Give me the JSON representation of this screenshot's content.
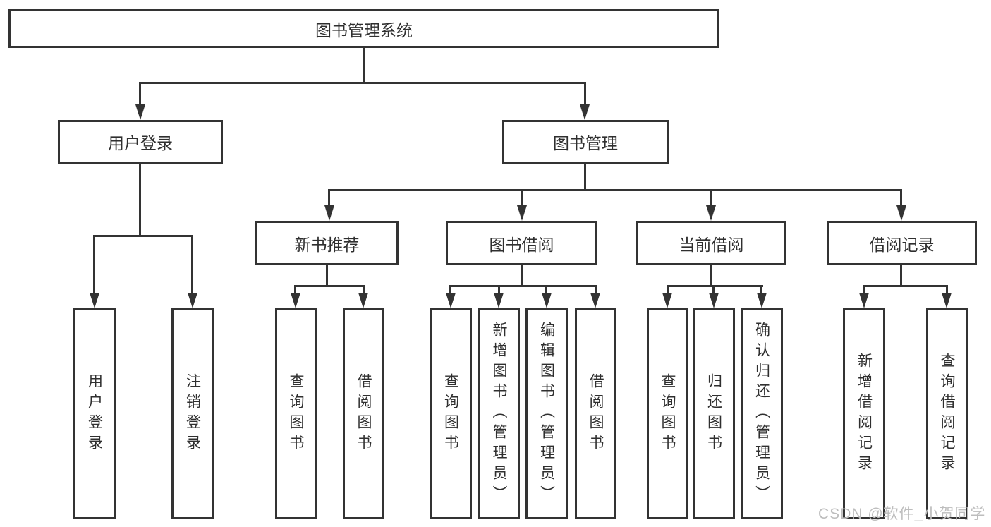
{
  "diagram": {
    "root_label": "图书管理系统",
    "level2": {
      "user_login": "用户登录",
      "book_mgmt": "图书管理"
    },
    "level3": {
      "new_books": "新书推荐",
      "book_borrow": "图书借阅",
      "current_borrow": "当前借阅",
      "borrow_records": "借阅记录"
    },
    "leaves": {
      "user_login": [
        "用户登录",
        "注销登录"
      ],
      "new_books": [
        "查询图书",
        "借阅图书"
      ],
      "book_borrow": [
        "查询图书",
        "新增图书（管理员）",
        "编辑图书（管理员）",
        "借阅图书"
      ],
      "current_borrow": [
        "查询图书",
        "归还图书",
        "确认归还（管理员）"
      ],
      "borrow_records": [
        "新增借阅记录",
        "查询借阅记录"
      ]
    },
    "watermark": "CSDN @软件_小贺同学",
    "colors": {
      "line": "#333333",
      "text": "#2f2f2f",
      "background": "#ffffff",
      "watermark": "#bdbdbd"
    }
  }
}
